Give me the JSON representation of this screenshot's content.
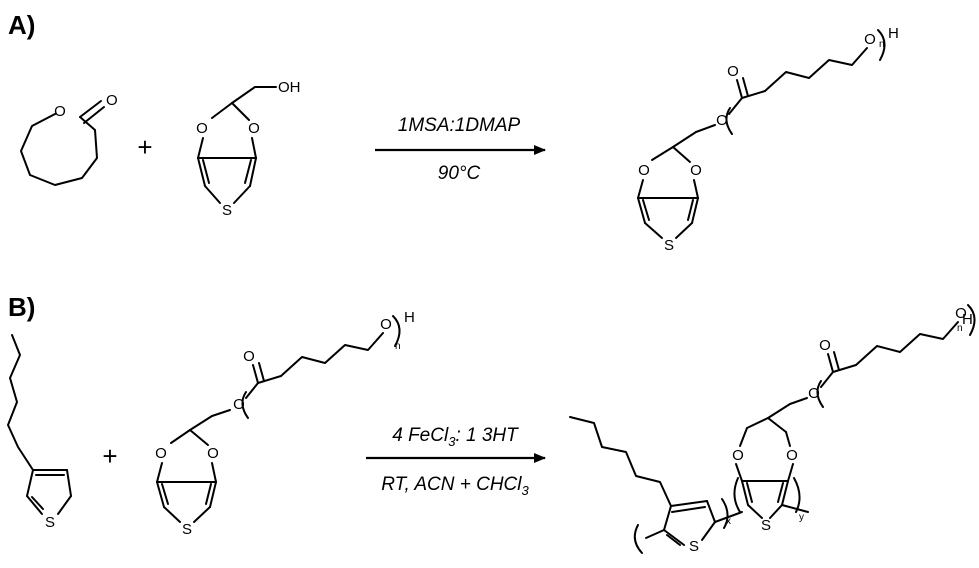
{
  "panels": {
    "a": {
      "label": "A)",
      "plus": "+",
      "condition_top": "1MSA:1DMAP",
      "condition_bottom": "90°C"
    },
    "b": {
      "label": "B)",
      "plus": "+",
      "condition_top_main": "4 FeCl",
      "condition_top_sub": "3",
      "condition_top_rest": ": 1 3HT",
      "condition_bottom_main": "RT, ACN + CHCl",
      "condition_bottom_sub": "3"
    }
  },
  "atoms": {
    "O": "O",
    "S": "S",
    "OH": "OH",
    "H": "H",
    "n": "n",
    "x": "x",
    "y": "y"
  }
}
